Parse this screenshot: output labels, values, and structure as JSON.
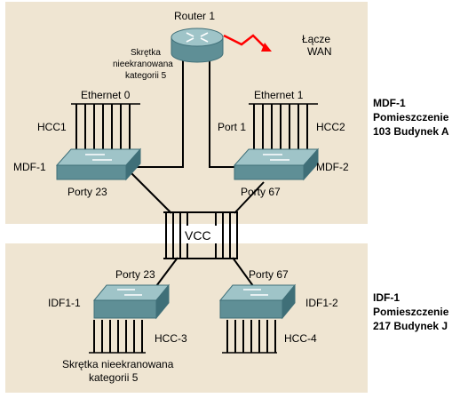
{
  "colors": {
    "room_bg": "#efe5d2",
    "device_top": "#9fc4c8",
    "device_side": "#5f8f96",
    "device_dark": "#3f6f78",
    "wan": "#ff0000",
    "cable": "#000000"
  },
  "router": {
    "label": "Router 1",
    "icon": "router-icon"
  },
  "wan": {
    "label_line1": "Łącze",
    "label_line2": "WAN"
  },
  "top_cable_note": {
    "line1": "Skrętka",
    "line2": "nieekranowana",
    "line3": "kategorii 5"
  },
  "mdf1": {
    "label": "MDF-1",
    "ports_label": "Porty 23",
    "ethernet_label": "Ethernet 0",
    "hcc_label": "HCC1",
    "icon": "switch-icon"
  },
  "mdf2": {
    "label": "MDF-2",
    "ports_label": "Porty 67",
    "ethernet_label": "Ethernet 1",
    "port_label": "Port 1",
    "hcc_label": "HCC2",
    "icon": "switch-icon"
  },
  "vcc": {
    "label": "VCC"
  },
  "idf11": {
    "label": "IDF1-1",
    "ports_label": "Porty 23",
    "hcc_label": "HCC-3",
    "icon": "switch-icon"
  },
  "idf12": {
    "label": "IDF1-2",
    "ports_label": "Porty 67",
    "hcc_label": "HCC-4",
    "icon": "switch-icon"
  },
  "bottom_cable_note": {
    "line1": "Skrętka nieekranowana",
    "line2": "kategorii 5"
  },
  "room_top": {
    "line1": "MDF-1",
    "line2": "Pomieszczenie",
    "line3": "103 Budynek A"
  },
  "room_bottom": {
    "line1": "IDF-1",
    "line2": "Pomieszczenie",
    "line3": "217 Budynek J"
  }
}
